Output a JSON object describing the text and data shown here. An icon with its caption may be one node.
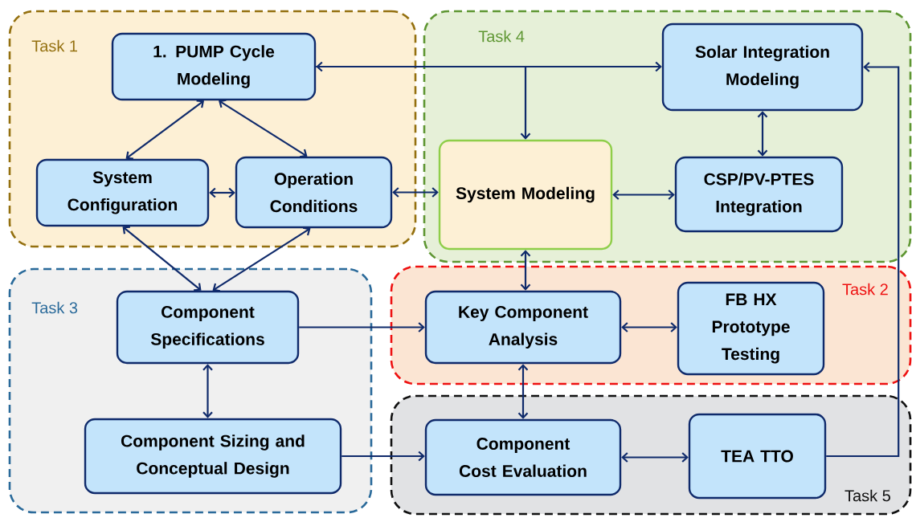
{
  "diagram": {
    "nodes": [
      {
        "text": [
          "Task 1"
        ]
      },
      {
        "text": [
          "1. PUMP Cycle Modeling"
        ],
        "in": 0
      },
      {
        "text": [
          "System Configuration"
        ],
        "in": 0
      },
      {
        "text": [
          "Operation Conditions"
        ],
        "in": 0
      },
      {
        "text": [
          "Task 4"
        ]
      },
      {
        "text": [
          "Solar Integration Modeling"
        ],
        "in": 4
      },
      {
        "text": [
          "System Modeling"
        ],
        "in": 4
      },
      {
        "text": [
          "CSP/PV-PTES Integration"
        ],
        "in": 4
      },
      {
        "text": [
          "Task 3"
        ]
      },
      {
        "text": [
          "Component Specifications"
        ],
        "in": 8
      },
      {
        "text": [
          "Component Sizing and Conceptual Design"
        ],
        "in": 8
      },
      {
        "text": [
          "Task 2"
        ]
      },
      {
        "text": [
          "Key Component Analysis"
        ],
        "in": 11
      },
      {
        "text": [
          "FB HX Prototype Testing"
        ],
        "in": 11
      },
      {
        "text": [
          "Task 5"
        ]
      },
      {
        "text": [
          "Component Cost Evaluation"
        ],
        "in": 14
      },
      {
        "text": [
          "TEA TTO"
        ],
        "in": 14
      }
    ],
    "edges": [
      {
        "from": 1,
        "to": 5,
        "arrow": "both"
      },
      {
        "from": 1,
        "to": 6,
        "arrow": "to"
      },
      {
        "from": 1,
        "to": 2,
        "arrow": "both"
      },
      {
        "from": 1,
        "to": 3,
        "arrow": "both"
      },
      {
        "from": 2,
        "to": 3,
        "arrow": "both"
      },
      {
        "from": 3,
        "to": 6,
        "arrow": "both"
      },
      {
        "from": 5,
        "to": 7,
        "arrow": "both"
      },
      {
        "from": 6,
        "to": 7,
        "arrow": "both"
      },
      {
        "from": 2,
        "to": 9,
        "arrow": "both"
      },
      {
        "from": 3,
        "to": 9,
        "arrow": "both"
      },
      {
        "from": 6,
        "to": 12,
        "arrow": "both"
      },
      {
        "from": 9,
        "to": 10,
        "arrow": "both"
      },
      {
        "from": 9,
        "to": 12,
        "arrow": "to"
      },
      {
        "from": 12,
        "to": 13,
        "arrow": "both"
      },
      {
        "from": 12,
        "to": 15,
        "arrow": "both"
      },
      {
        "from": 10,
        "to": 15,
        "arrow": "to"
      },
      {
        "from": 15,
        "to": 16,
        "arrow": "both"
      },
      {
        "from": 16,
        "to": 5,
        "arrow": "to"
      }
    ]
  }
}
